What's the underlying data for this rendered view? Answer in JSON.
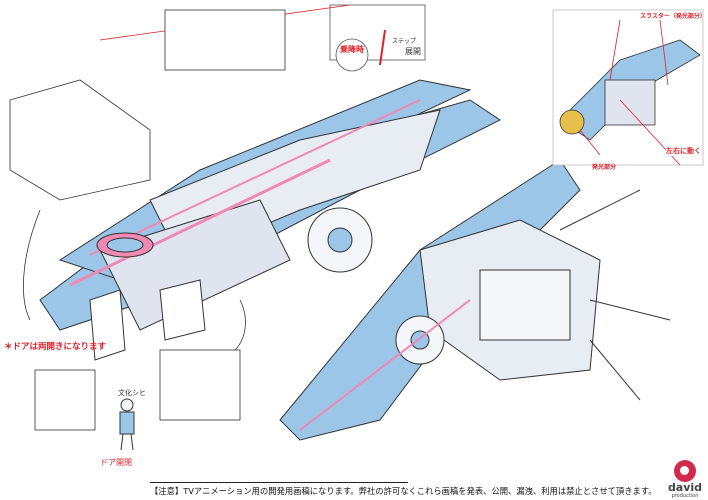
{
  "labels": {
    "boarding": "乗降時",
    "step": "ステップ",
    "deploy": "展開",
    "thruster": "スラスター（発光部分）",
    "glow_part": "発光部分",
    "moves_lr": "左右に動く",
    "door_note": "＊ドアは両開きになります",
    "door_open_close": "ドア開閉",
    "character_note": "文化シヒ"
  },
  "notice": "【注意】TVアニメーション用の開発用画稿になります。弊社の許可なくこれら画稿を発表、公開、漏洩、利用は禁止とさせて頂きます。",
  "logo": {
    "name": "david",
    "sub": "production"
  },
  "colors": {
    "blue": "#9cc6e8",
    "blue_dark": "#3f7fbf",
    "pink": "#f08ab4",
    "red": "#e0202a",
    "line": "#333333"
  }
}
